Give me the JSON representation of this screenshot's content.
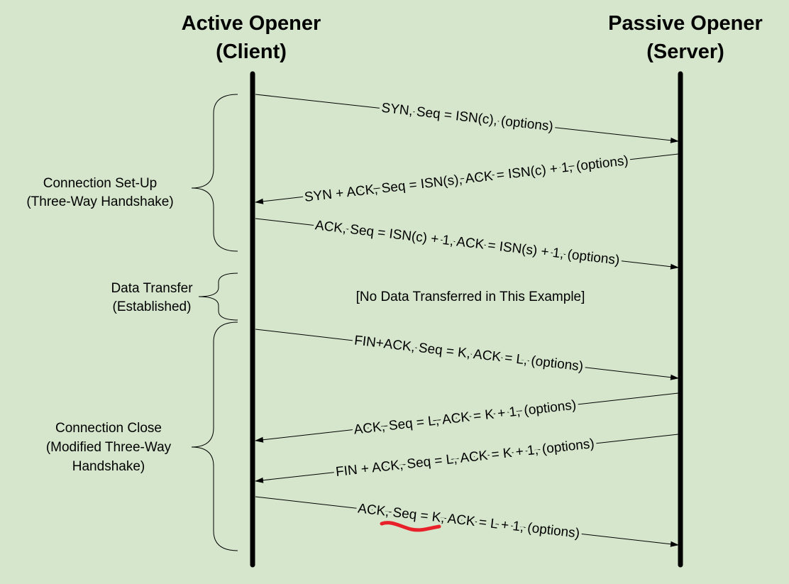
{
  "header": {
    "client_title": "Active Opener",
    "client_sub": "(Client)",
    "server_title": "Passive Opener",
    "server_sub": "(Server)"
  },
  "phases": {
    "setup_line1": "Connection Set-Up",
    "setup_line2": "(Three-Way Handshake)",
    "data_line1": "Data Transfer",
    "data_line2": "(Established)",
    "close_line1": "Connection Close",
    "close_line2": "(Modified Three-Way",
    "close_line3": "Handshake)"
  },
  "messages": {
    "syn": "SYN, Seq = ISN(c), (options)",
    "synack": "SYN + ACK, Seq = ISN(s), ACK = ISN(c) + 1, (options)",
    "ack1": "ACK, Seq = ISN(c) + 1, ACK = ISN(s) + 1, (options)",
    "finack": "FIN+ACK, Seq = K, ACK = L, (options)",
    "ack2": "ACK, Seq = L, ACK = K + 1, (options)",
    "finack2": "FIN + ACK, Seq = L, ACK = K + 1, (options)",
    "ack3": "ACK, Seq = K, ACK = L + 1, (options)"
  },
  "no_data_note": "[No Data Transferred in This Example]",
  "colors": {
    "background": "#d5e6cc",
    "line": "#000000",
    "highlight": "#e8202a"
  }
}
